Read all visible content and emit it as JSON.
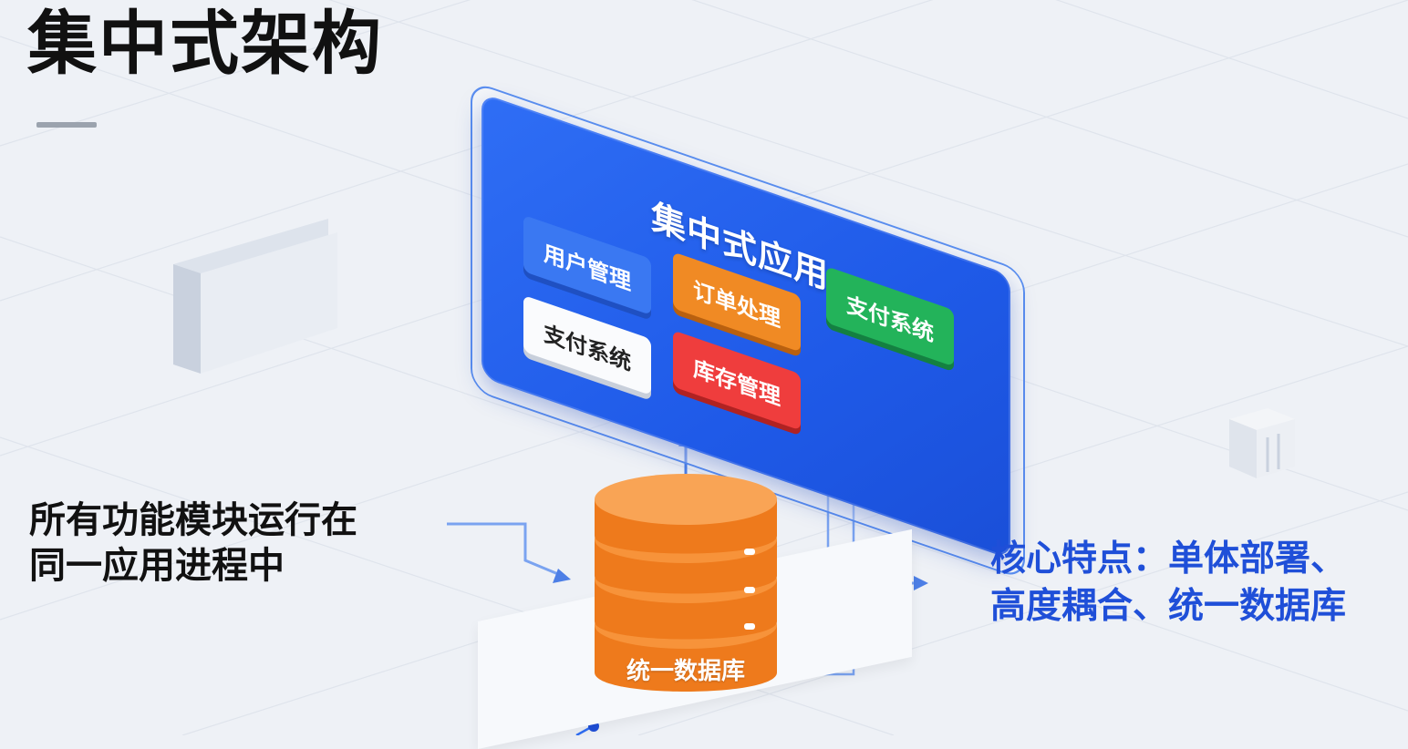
{
  "page_title": "集中式架构",
  "app_panel": {
    "title": "集中式应用",
    "modules": {
      "user_mgmt": "用户管理",
      "order_processing": "订单处理",
      "payment_left": "支付系统",
      "payment_right": "支付系统",
      "inventory_mgmt": "库存管理"
    }
  },
  "database": {
    "label": "统一数据库"
  },
  "caption_left": [
    "所有功能模块运行在",
    "同一应用进程中"
  ],
  "caption_right": [
    "核心特点：单体部署、",
    "高度耦合、统一数据库"
  ],
  "colors": {
    "accent_blue": "#1f5ae8",
    "orange": "#f08a24",
    "red": "#ef3d3d",
    "green": "#23b35a",
    "caption_blue": "#1f4fd8"
  }
}
